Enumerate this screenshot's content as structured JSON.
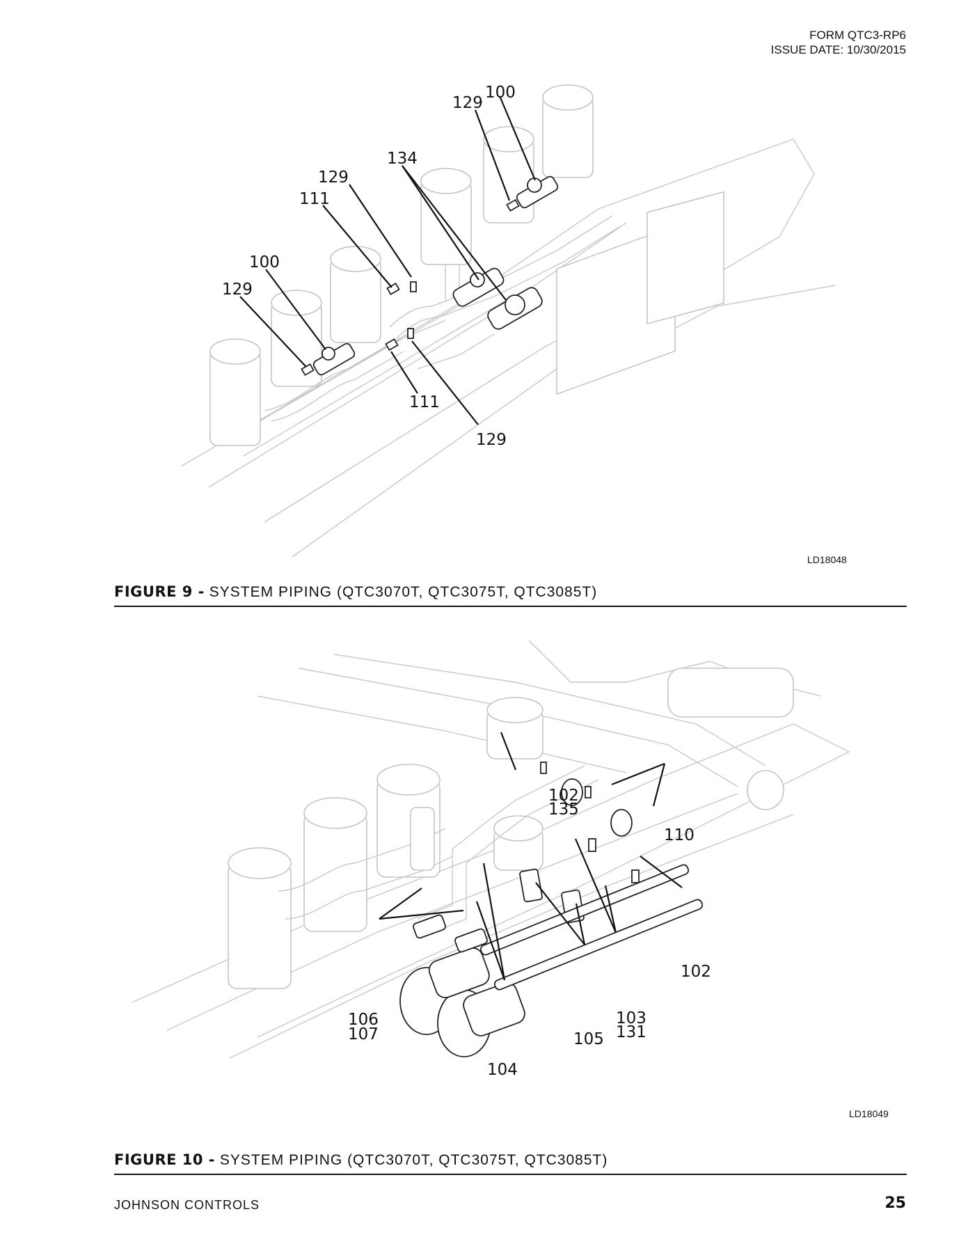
{
  "header": {
    "form": "FORM QTC3-RP6",
    "issue_date": "ISSUE DATE: 10/30/2015"
  },
  "figure9": {
    "drawing_id": "LD18048",
    "caption_label": "FIGURE 9 -",
    "caption_text": " SYSTEM PIPING (QTC3070T, QTC3075T, QTC3085T)",
    "callouts": [
      "129",
      "100",
      "134",
      "129",
      "111",
      "100",
      "129",
      "111",
      "129"
    ]
  },
  "figure10": {
    "drawing_id": "LD18049",
    "caption_label": "FIGURE 10 -",
    "caption_text": " SYSTEM PIPING (QTC3070T, QTC3075T, QTC3085T)",
    "callouts": [
      "102",
      "135",
      "110",
      "102",
      "106",
      "107",
      "104",
      "105",
      "103",
      "131"
    ]
  },
  "footer": {
    "company": "JOHNSON CONTROLS",
    "page_number": "25"
  }
}
